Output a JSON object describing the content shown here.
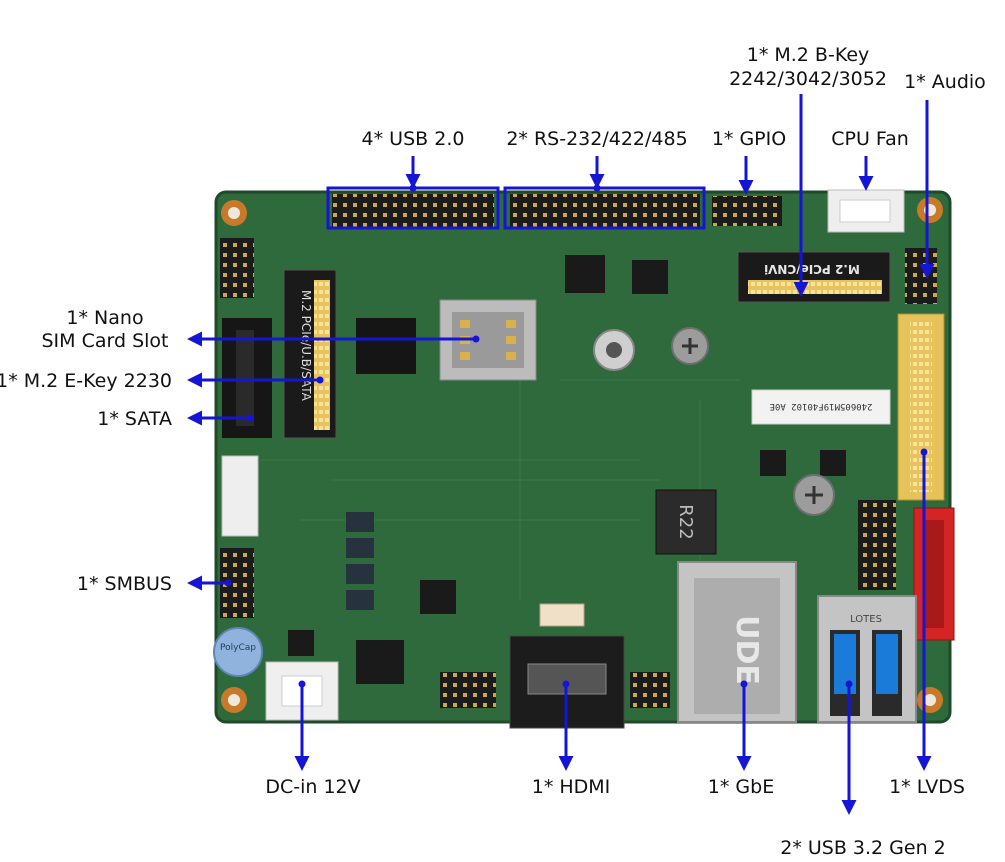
{
  "labels": {
    "usb20": "4* USB 2.0",
    "rs232": "2* RS-232/422/485",
    "gpio": "1* GPIO",
    "m2b_line1": "1* M.2 B-Key",
    "m2b_line2": "2242/3042/3052",
    "cpu_fan": "CPU Fan",
    "audio": "1* Audio",
    "sim_line1": "1* Nano",
    "sim_line2": "SIM Card Slot",
    "m2e": "1* M.2 E-Key 2230",
    "sata": "1* SATA",
    "smbus": "1* SMBUS",
    "dcin": "DC-in 12V",
    "hdmi": "1* HDMI",
    "gbe": "1* GbE",
    "lvds": "1* LVDS",
    "usb32": "2* USB 3.2 Gen 2"
  },
  "board_markings": {
    "m2_b_slot": "M.2 PCIe/CNVi",
    "m2_e_slot": "M.2 PCIe/U.B/SATA",
    "inductor": "R22",
    "rj45_logo": "UDE",
    "usb_logo": "LOTES",
    "serial_sticker": "240605M19F40102 A0E",
    "cap": "PolyCap"
  },
  "colors": {
    "arrow": "#1515d6",
    "pcb": "#2f6a3c",
    "pcb_dark": "#1f4a2a",
    "text": "#111111"
  }
}
